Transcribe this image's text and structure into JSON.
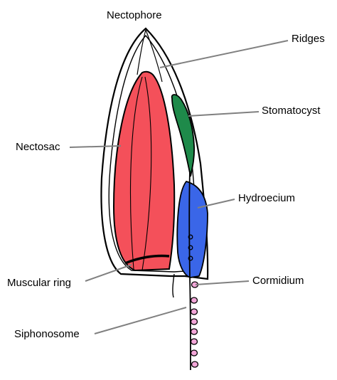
{
  "labels": {
    "nectophore": "Nectophore",
    "ridges": "Ridges",
    "stomatocyst": "Stomatocyst",
    "nectosac": "Nectosac",
    "hydroecium": "Hydroecium",
    "muscular_ring": "Muscular ring",
    "cormidium": "Cormidium",
    "siphonosome": "Siphonosome"
  },
  "colors": {
    "nectosac": "#f4505a",
    "stomatocyst": "#1e8a4a",
    "hydroecium": "#3a66e8",
    "cormidia": "#f2a6d8",
    "outline": "#000000",
    "leader_line": "#808080"
  }
}
